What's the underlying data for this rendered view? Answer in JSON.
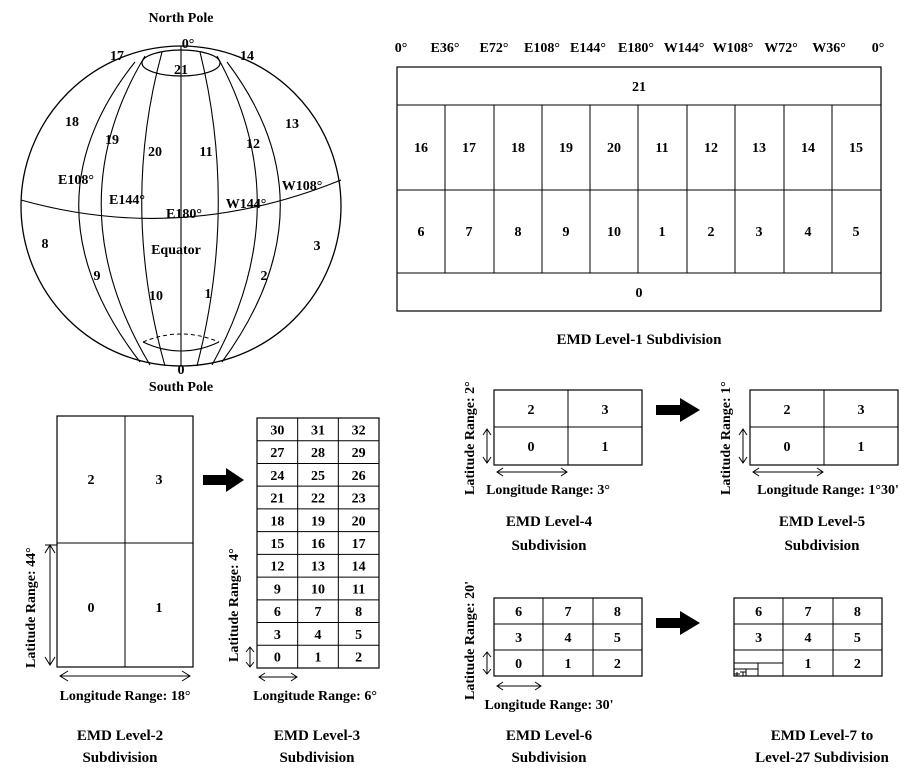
{
  "globe": {
    "north_pole": "North Pole",
    "south_pole": "South Pole",
    "zero_top": "0°",
    "zero_bottom": "0",
    "equator": "Equator",
    "labels": [
      "17",
      "14",
      "21",
      "18",
      "13",
      "19",
      "20",
      "11",
      "12",
      "E108°",
      "W108°",
      "E144°",
      "E180°",
      "W144°",
      "8",
      "3",
      "9",
      "2",
      "10",
      "1"
    ]
  },
  "level1": {
    "longitudes": [
      "0°",
      "E36°",
      "E72°",
      "E108°",
      "E144°",
      "E180°",
      "W144°",
      "W108°",
      "W72°",
      "W36°",
      "0°"
    ],
    "top_cell": "21",
    "row_north": [
      "16",
      "17",
      "18",
      "19",
      "20",
      "11",
      "12",
      "13",
      "14",
      "15"
    ],
    "row_south": [
      "6",
      "7",
      "8",
      "9",
      "10",
      "1",
      "2",
      "3",
      "4",
      "5"
    ],
    "bottom_cell": "0",
    "caption": "EMD Level-1 Subdivision"
  },
  "level2": {
    "cells": [
      "2",
      "3",
      "0",
      "1"
    ],
    "lat_label": "Latitude Range: 44°",
    "lon_label": "Longitude Range: 18°",
    "caption_1": "EMD Level-2",
    "caption_2": "Subdivision"
  },
  "level3": {
    "rows": [
      [
        "30",
        "31",
        "32"
      ],
      [
        "27",
        "28",
        "29"
      ],
      [
        "24",
        "25",
        "26"
      ],
      [
        "21",
        "22",
        "23"
      ],
      [
        "18",
        "19",
        "20"
      ],
      [
        "15",
        "16",
        "17"
      ],
      [
        "12",
        "13",
        "14"
      ],
      [
        "9",
        "10",
        "11"
      ],
      [
        "6",
        "7",
        "8"
      ],
      [
        "3",
        "4",
        "5"
      ],
      [
        "0",
        "1",
        "2"
      ]
    ],
    "lat_label": "Latitude Range: 4°",
    "lon_label": "Longitude Range: 6°",
    "caption_1": "EMD Level-3",
    "caption_2": "Subdivision"
  },
  "level4": {
    "cells": [
      "2",
      "3",
      "0",
      "1"
    ],
    "lat_label": "Latitude Range: 2°",
    "lon_label": "Longitude Range: 3°",
    "caption_1": "EMD Level-4",
    "caption_2": "Subdivision"
  },
  "level5": {
    "cells": [
      "2",
      "3",
      "0",
      "1"
    ],
    "lat_label": "Latitude Range: 1°",
    "lon_label": "Longitude Range: 1°30'",
    "caption_1": "EMD Level-5",
    "caption_2": "Subdivision"
  },
  "level6": {
    "rows": [
      [
        "6",
        "7",
        "8"
      ],
      [
        "3",
        "4",
        "5"
      ],
      [
        "0",
        "1",
        "2"
      ]
    ],
    "lat_label": "Latitude Range: 20'",
    "lon_label": "Longitude Range: 30'",
    "caption_1": "EMD Level-6",
    "caption_2": "Subdivision"
  },
  "level7": {
    "rows": [
      [
        "6",
        "7",
        "8"
      ],
      [
        "3",
        "4",
        "5"
      ],
      [
        "",
        "1",
        "2"
      ]
    ],
    "caption_1": "EMD Level-7 to",
    "caption_2": "Level-27 Subdivision"
  }
}
